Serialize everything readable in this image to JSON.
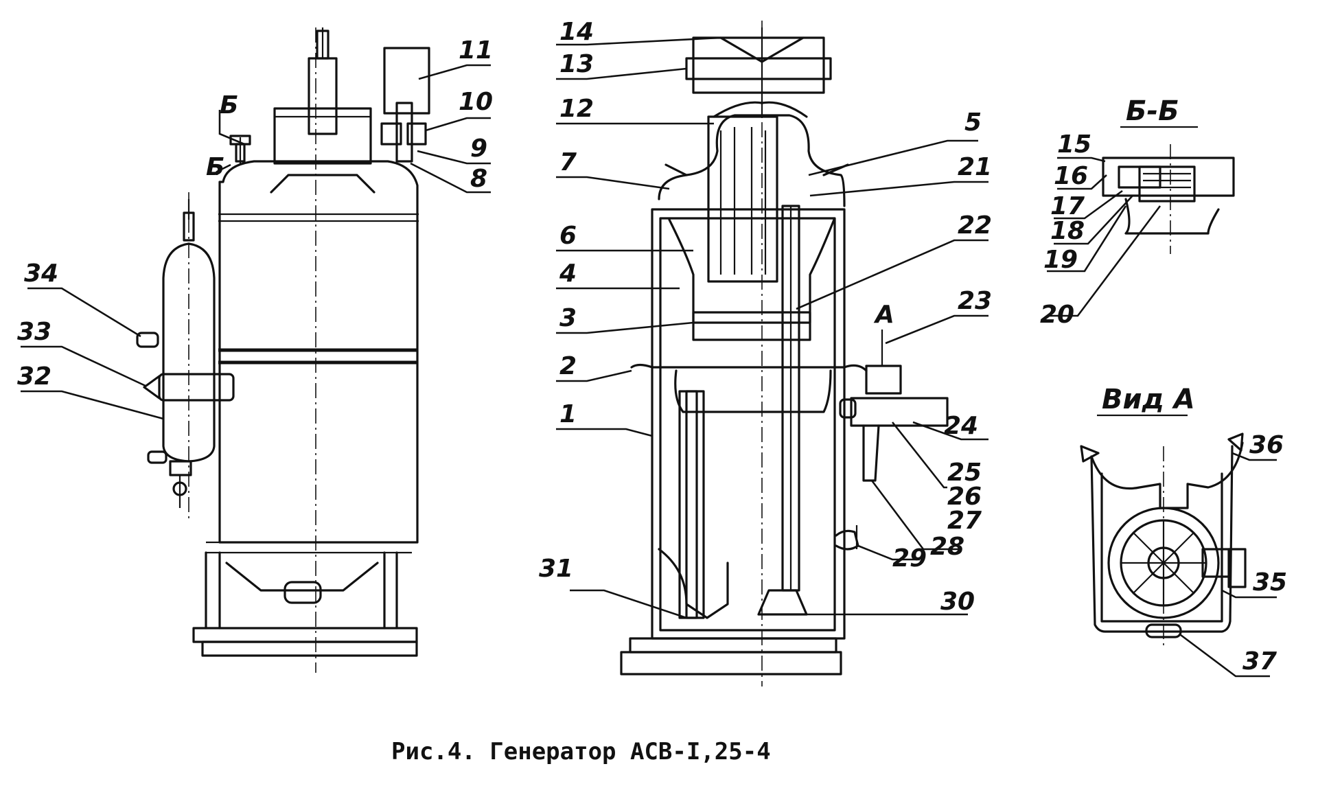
{
  "caption": "Рис.4. Генератор АСВ-I,25-4",
  "section_title": "Б-Б",
  "view_title": "Вид А",
  "section_mark": "Б",
  "view_mark": "А",
  "labels": [
    {
      "id": "1",
      "text": "1"
    },
    {
      "id": "2",
      "text": "2"
    },
    {
      "id": "3",
      "text": "3"
    },
    {
      "id": "4",
      "text": "4"
    },
    {
      "id": "5",
      "text": "5"
    },
    {
      "id": "6",
      "text": "6"
    },
    {
      "id": "7",
      "text": "7"
    },
    {
      "id": "8",
      "text": "8"
    },
    {
      "id": "9",
      "text": "9"
    },
    {
      "id": "10",
      "text": "10"
    },
    {
      "id": "11",
      "text": "11"
    },
    {
      "id": "12",
      "text": "12"
    },
    {
      "id": "13",
      "text": "13"
    },
    {
      "id": "14",
      "text": "14"
    },
    {
      "id": "15",
      "text": "15"
    },
    {
      "id": "16",
      "text": "16"
    },
    {
      "id": "17",
      "text": "17"
    },
    {
      "id": "18",
      "text": "18"
    },
    {
      "id": "19",
      "text": "19"
    },
    {
      "id": "20",
      "text": "20"
    },
    {
      "id": "21",
      "text": "21"
    },
    {
      "id": "22",
      "text": "22"
    },
    {
      "id": "23",
      "text": "23"
    },
    {
      "id": "24",
      "text": "24"
    },
    {
      "id": "25",
      "text": "25"
    },
    {
      "id": "26",
      "text": "26"
    },
    {
      "id": "27",
      "text": "27"
    },
    {
      "id": "28",
      "text": "28"
    },
    {
      "id": "29",
      "text": "29"
    },
    {
      "id": "30",
      "text": "30"
    },
    {
      "id": "31",
      "text": "31"
    },
    {
      "id": "32",
      "text": "32"
    },
    {
      "id": "33",
      "text": "33"
    },
    {
      "id": "34",
      "text": "34"
    },
    {
      "id": "35",
      "text": "35"
    },
    {
      "id": "36",
      "text": "36"
    },
    {
      "id": "37",
      "text": "37"
    }
  ]
}
